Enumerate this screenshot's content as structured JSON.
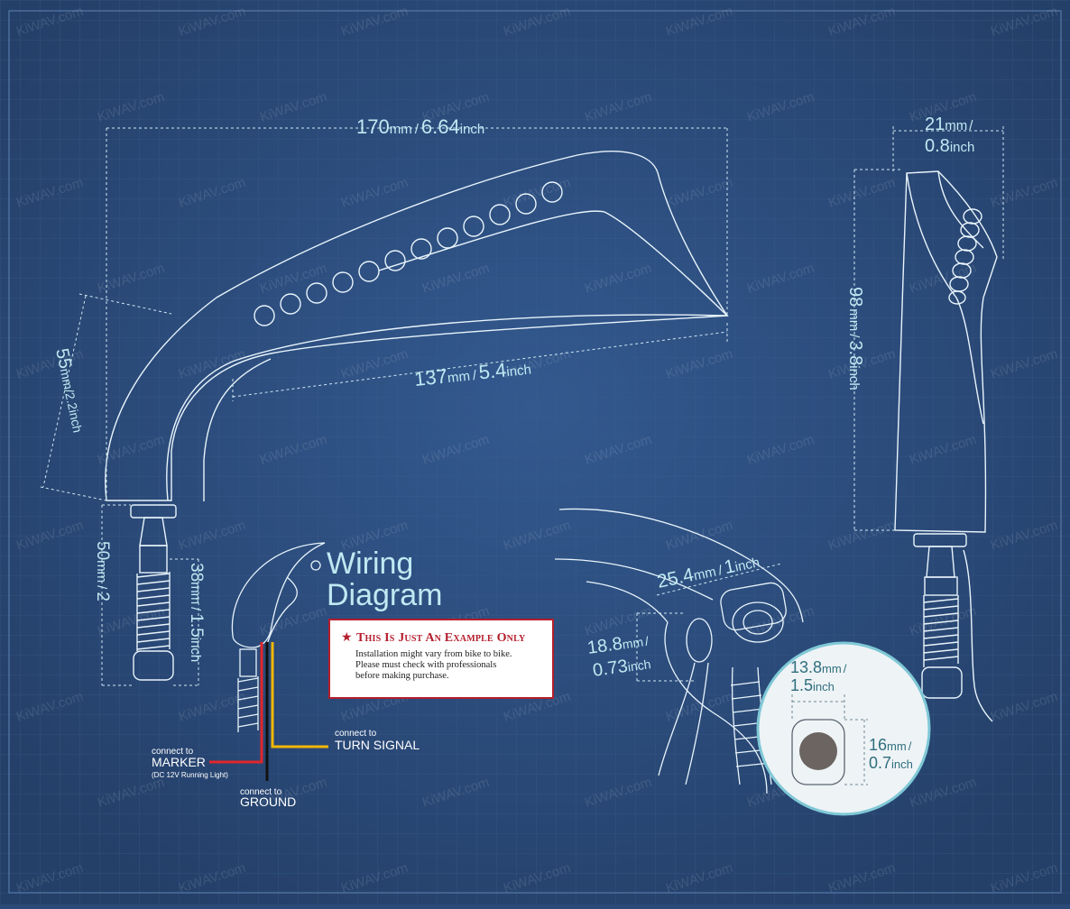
{
  "title": {
    "line1": "Wiring",
    "line2": "Diagram"
  },
  "watermark": "KiWAV.com",
  "dimensions": {
    "top_width": {
      "mm": "170",
      "mm_unit": "mm",
      "sep": "/",
      "inch": "6.64",
      "inch_unit": "inch"
    },
    "inner_width": {
      "mm": "137",
      "mm_unit": "mm",
      "sep": "/",
      "inch": "5.4",
      "inch_unit": "inch"
    },
    "arm_height": {
      "mm": "55",
      "mm_unit": "mm",
      "sep": "/",
      "inch": "2.2",
      "inch_unit": "inch"
    },
    "side_depth": {
      "mm": "21",
      "mm_unit": "mm",
      "sep": "/",
      "inch": "0.8",
      "inch_unit": "inch"
    },
    "side_height": {
      "mm": "98",
      "mm_unit": "mm",
      "sep": "/",
      "inch": "3.8",
      "inch_unit": "inch"
    },
    "stem_total": {
      "mm": "50",
      "mm_unit": "mm",
      "sep": "/",
      "inch": "2",
      "inch_unit": "inch"
    },
    "stem_thread": {
      "mm": "38",
      "mm_unit": "mm",
      "sep": "/",
      "inch": "1.5",
      "inch_unit": "inch"
    },
    "clamp_width": {
      "mm": "25.4",
      "mm_unit": "mm",
      "sep": "/",
      "inch": "1",
      "inch_unit": "inch"
    },
    "clamp_depth": {
      "mm": "18.8",
      "mm_unit": "mm",
      "sep": "/",
      "inch": "0.73",
      "inch_unit": "inch"
    },
    "hole_width": {
      "mm": "13.8",
      "mm_unit": "mm",
      "sep": "/",
      "inch": "1.5",
      "inch_unit": "inch"
    },
    "hole_height": {
      "mm": "16",
      "mm_unit": "mm",
      "sep": "/",
      "inch": "0.7",
      "inch_unit": "inch"
    }
  },
  "wiring": {
    "marker": {
      "connect": "connect to",
      "label": "MARKER",
      "note": "(DC 12V Running Light)",
      "color": "#e0262b"
    },
    "ground": {
      "connect": "connect to",
      "label": "GROUND",
      "color": "#111111"
    },
    "turn": {
      "connect": "connect to",
      "label": "TURN SIGNAL",
      "color": "#f2b705"
    }
  },
  "note": {
    "star": "★",
    "title": "This Is Just An Example Only",
    "body": [
      "Installation might vary from bike to bike.",
      "Please must check with professionals",
      "before making purchase."
    ]
  },
  "colors": {
    "background": "#2c4a77",
    "line": "#e8f4fb",
    "dimension_text": "#bfe9f2",
    "title": "#bfe9f2",
    "note_red": "#b41e2d"
  }
}
